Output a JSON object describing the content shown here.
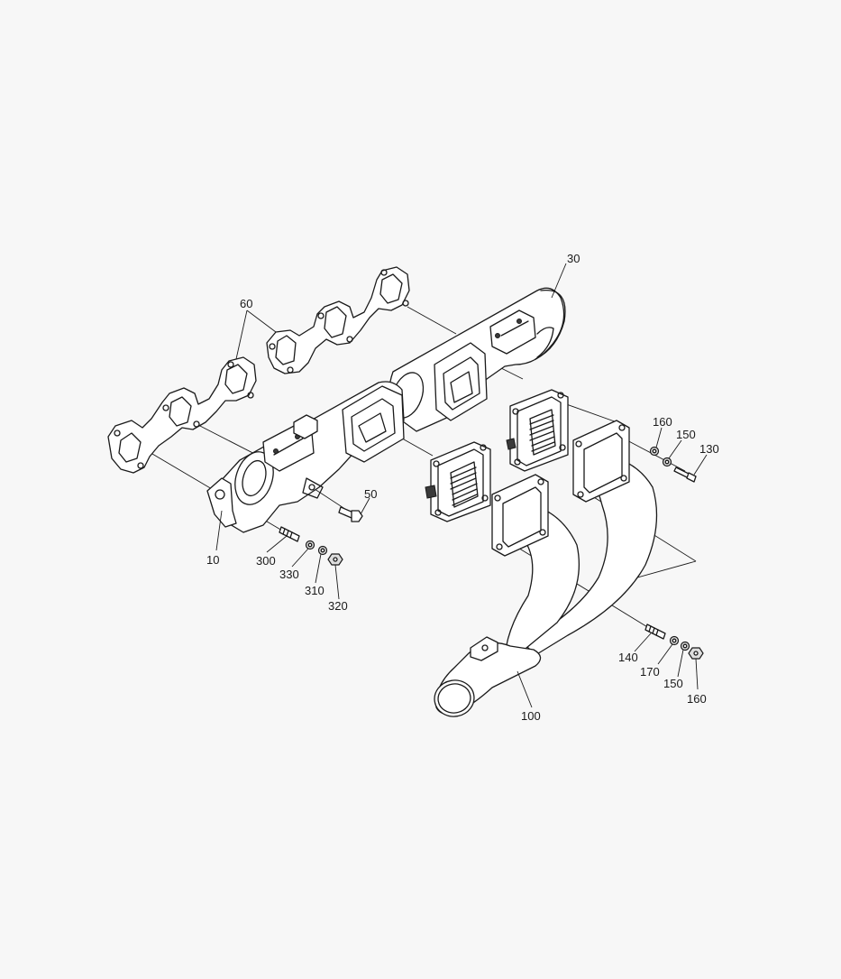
{
  "diagram": {
    "callouts": [
      {
        "id": "c10",
        "text": "10"
      },
      {
        "id": "c30",
        "text": "30"
      },
      {
        "id": "c50",
        "text": "50"
      },
      {
        "id": "c60",
        "text": "60"
      },
      {
        "id": "c100",
        "text": "100"
      },
      {
        "id": "c130",
        "text": "130"
      },
      {
        "id": "c140",
        "text": "140"
      },
      {
        "id": "c150a",
        "text": "150"
      },
      {
        "id": "c150b",
        "text": "150"
      },
      {
        "id": "c160a",
        "text": "160"
      },
      {
        "id": "c160b",
        "text": "160"
      },
      {
        "id": "c170",
        "text": "170"
      },
      {
        "id": "c300",
        "text": "300"
      },
      {
        "id": "c310",
        "text": "310"
      },
      {
        "id": "c320",
        "text": "320"
      },
      {
        "id": "c330",
        "text": "330"
      }
    ]
  }
}
